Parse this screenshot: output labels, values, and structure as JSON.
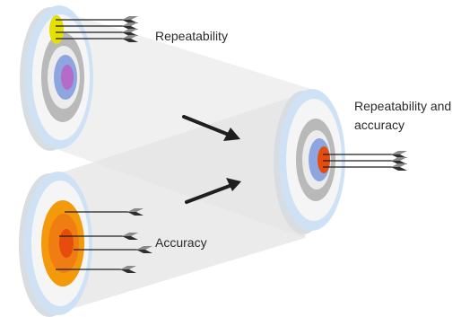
{
  "labels": {
    "repeatability": "Repeatability",
    "accuracy": "Accuracy",
    "combined_line1": "Repeatability and",
    "combined_line2": "accuracy"
  },
  "colors": {
    "background": "#ffffff",
    "beam": "#ececec",
    "target_edge": "#d8dde2",
    "ring_light_blue": "#cfe2f5",
    "ring_white": "#f5f5f5",
    "ring_gray": "#b9b9b9",
    "ring_blue": "#8ea6e0",
    "center_purple": "#b46bc9",
    "center_yellow": "#e6e000",
    "ring_orange": "#f39a0a",
    "ring_orange_dark": "#ef7d12",
    "center_red": "#e64c0e",
    "arrow_dark": "#1f1f1f",
    "arrow_fletch": "#6f6f6f"
  },
  "icons": {
    "shaft": "arrow-shaft",
    "pointer": "transition-arrow-icon"
  }
}
